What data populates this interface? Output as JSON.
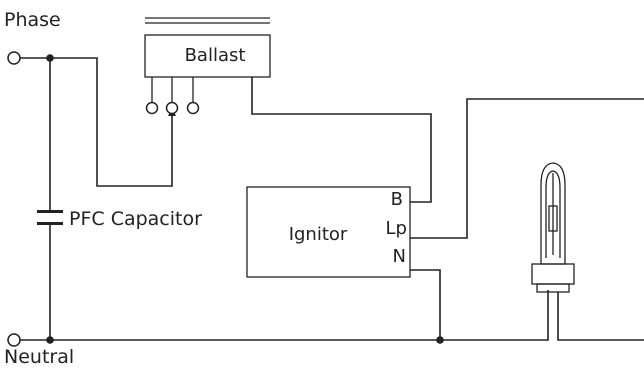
{
  "labels": {
    "phase": "Phase",
    "neutral": "Neutral",
    "ballast": "Ballast",
    "pfc_capacitor": "PFC Capacitor",
    "ignitor": "Ignitor",
    "pin_b": "B",
    "pin_lp": "Lp",
    "pin_n": "N"
  }
}
